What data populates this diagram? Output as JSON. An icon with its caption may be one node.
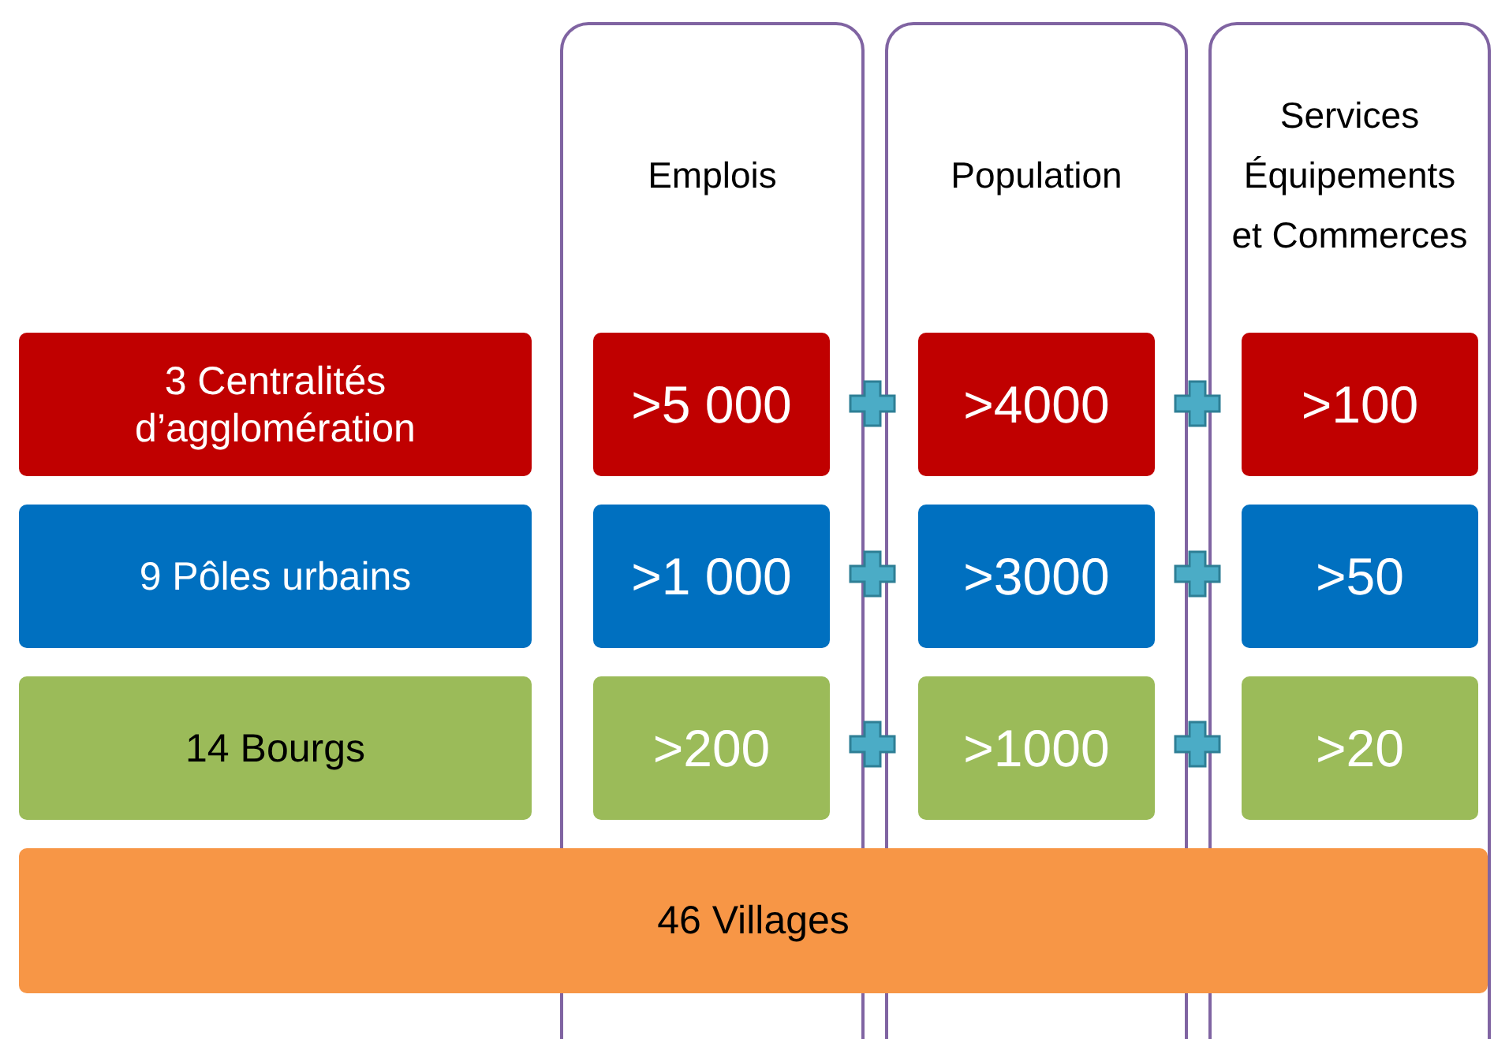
{
  "diagram": {
    "nodes": [
      {
        "text": [
          "Emplois"
        ]
      },
      {
        "text": [
          "Population"
        ]
      },
      {
        "text": [
          "Services Équipements et Commerces"
        ]
      },
      {
        "text": [
          "3 Centralités d’agglomération"
        ]
      },
      {
        "text": [
          ">5 000"
        ],
        "in": 0
      },
      {
        "text": [
          ">4000"
        ],
        "in": 1
      },
      {
        "text": [
          ">100"
        ],
        "in": 2
      },
      {
        "text": [
          "9 Pôles urbains"
        ]
      },
      {
        "text": [
          ">1 000"
        ],
        "in": 0
      },
      {
        "text": [
          ">3000"
        ],
        "in": 1
      },
      {
        "text": [
          ">50"
        ],
        "in": 2
      },
      {
        "text": [
          "14 Bourgs"
        ]
      },
      {
        "text": [
          ">200"
        ],
        "in": 0
      },
      {
        "text": [
          ">1000"
        ],
        "in": 1
      },
      {
        "text": [
          ">20"
        ],
        "in": 2
      },
      {
        "text": [
          "46 Villages"
        ]
      }
    ]
  }
}
